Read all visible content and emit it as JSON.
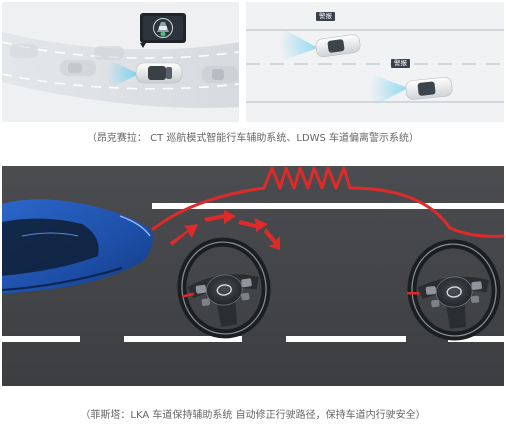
{
  "captions": {
    "top": "（昂克赛拉： CT 巡航模式智能行车辅助系统、LDWS 车道偏离警示系统）",
    "bottom": "（菲斯塔：LKA  车道保持辅助系统  自动修正行驶路径，保持车道内行驶安全）"
  },
  "ldws_panel": {
    "badges": [
      "警报",
      "警报"
    ]
  },
  "colors": {
    "lane_assist_path": "#e02a2a",
    "car_body": "#1d4fa8",
    "road": "#454749",
    "radar_wave": "#8fd8f2"
  },
  "icons": [
    "cruise-control-display-icon",
    "steering-wheel-icon"
  ]
}
